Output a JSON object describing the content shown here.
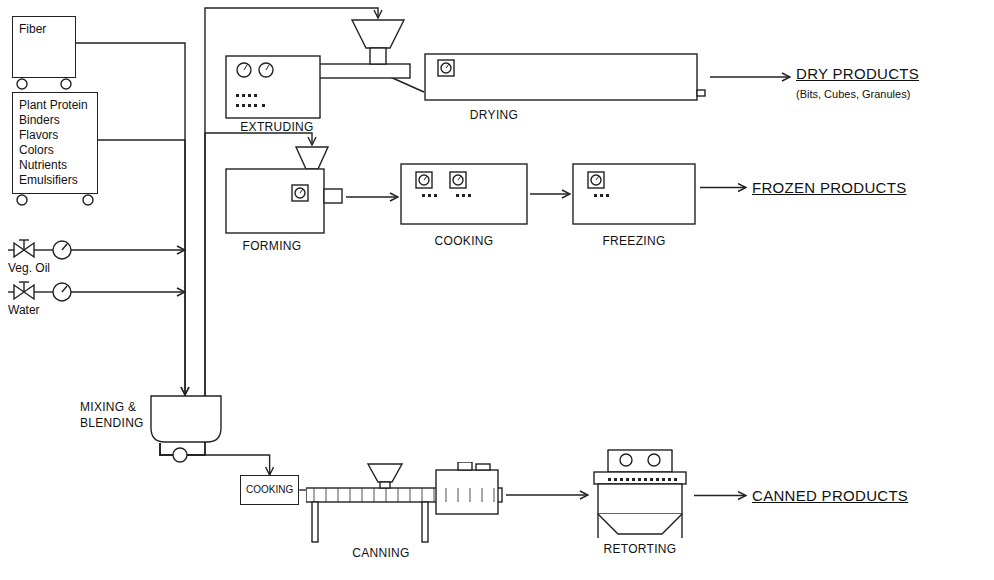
{
  "diagram": {
    "nodes": [
      {
        "text": [
          "Fiber"
        ]
      },
      {
        "text": [
          "Plant Protein",
          "Binders",
          "Flavors",
          "Colors",
          "Nutrients",
          "Emulsifiers"
        ]
      },
      {
        "text": [
          "MIXING & BLENDING"
        ]
      },
      {
        "text": [
          "EXTRUDING"
        ]
      },
      {
        "text": [
          "DRYING"
        ]
      },
      {
        "text": [
          "DRY PRODUCTS",
          "(Bits, Cubes, Granules)"
        ]
      },
      {
        "text": [
          "FORMING"
        ]
      },
      {
        "text": [
          "COOKING"
        ]
      },
      {
        "text": [
          "FREEZING"
        ]
      },
      {
        "text": [
          "FROZEN PRODUCTS"
        ]
      },
      {
        "text": [
          "COOKING"
        ]
      },
      {
        "text": [
          "CANNING"
        ]
      },
      {
        "text": [
          "RETORTING"
        ]
      },
      {
        "text": [
          "CANNED PRODUCTS"
        ]
      }
    ],
    "edges": [
      {
        "from": 0,
        "to": 2,
        "arrow": "to"
      },
      {
        "from": 1,
        "to": 2,
        "arrow": "to"
      },
      {
        "from": 2,
        "to": 3,
        "arrow": "to"
      },
      {
        "from": 2,
        "to": 6,
        "arrow": "to"
      },
      {
        "from": 2,
        "to": 10,
        "arrow": "to"
      },
      {
        "from": 3,
        "to": 4,
        "arrow": "none"
      },
      {
        "from": 4,
        "to": 5,
        "arrow": "to"
      },
      {
        "from": 6,
        "to": 7,
        "arrow": "to"
      },
      {
        "from": 7,
        "to": 8,
        "arrow": "to"
      },
      {
        "from": 8,
        "to": 9,
        "arrow": "to"
      },
      {
        "from": 10,
        "to": 11,
        "arrow": "none"
      },
      {
        "from": 11,
        "to": 12,
        "arrow": "to"
      },
      {
        "from": 12,
        "to": 13,
        "arrow": "to"
      }
    ],
    "labels": [
      "Veg. Oil",
      "Water"
    ]
  }
}
